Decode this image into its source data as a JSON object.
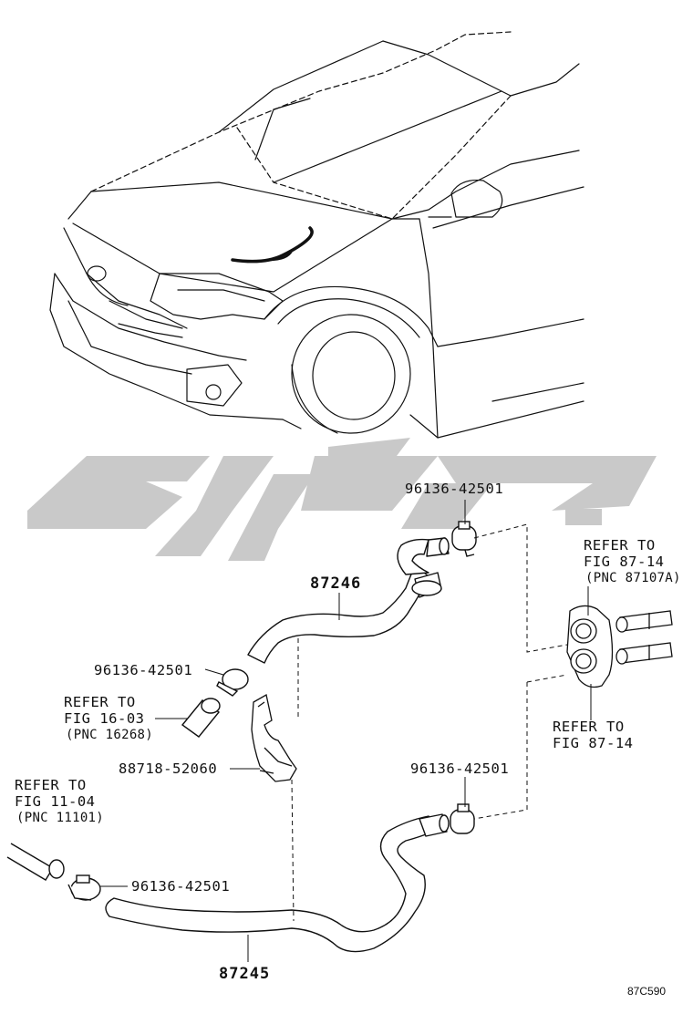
{
  "labels": {
    "clamp_top": "96136-42501",
    "clamp_left": "96136-42501",
    "clamp_right": "96136-42501",
    "clamp_bottom": "96136-42501",
    "hose_upper": "87246",
    "hose_lower": "87245",
    "bracket": "88718-52060",
    "refer_16_line1": "REFER TO",
    "refer_16_line2": "FIG 16-03",
    "refer_16_pnc": "(PNC 16268)",
    "refer_11_line1": "REFER TO",
    "refer_11_line2": "FIG 11-04",
    "refer_11_pnc": "(PNC 11101)",
    "refer_87a_line1": "REFER TO",
    "refer_87a_line2": "FIG 87-14",
    "refer_87a_pnc": "(PNC 87107A)",
    "refer_87b_line1": "REFER TO",
    "refer_87b_line2": "FIG 87-14",
    "figure_code": "87C590"
  },
  "colors": {
    "line": "#111111",
    "watermark": "#c8c8c8"
  }
}
